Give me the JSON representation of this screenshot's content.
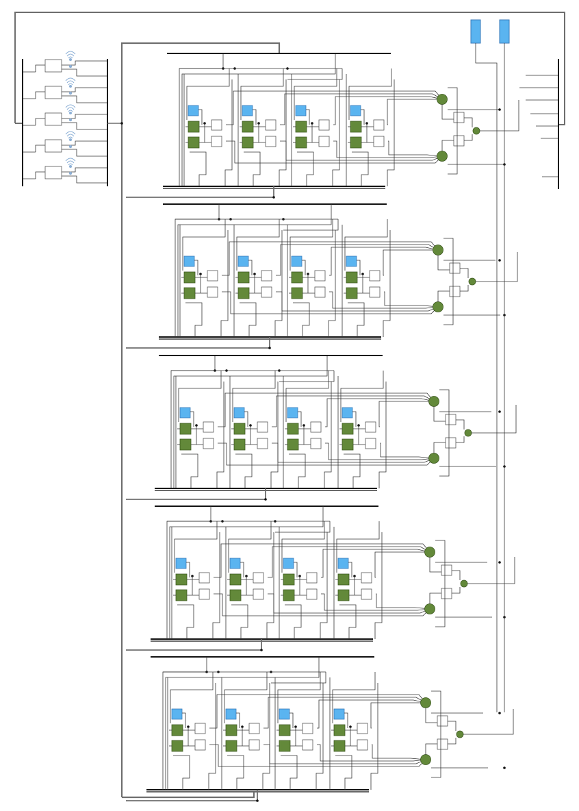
{
  "diagram": {
    "kind": "network-schematic",
    "palette": {
      "wire": "#333333",
      "bus": "#111111",
      "cable": "#6e6e6e",
      "blue_node": "#5ab4f0",
      "blue_node_border": "#3a7ab8",
      "green_node": "#63893a",
      "green_node_border": "#3e5a22",
      "box_fill": "#ffffff",
      "box_border": "#555555",
      "wireless": "#8db0d6"
    },
    "icons": [
      "wireless-signal-icon",
      "access-point-icon",
      "blue-device-icon",
      "green-switch-icon",
      "router-icon"
    ],
    "rack": {
      "access_points": 5
    },
    "top_devices": 2,
    "racks": [
      {
        "id": "rack-1",
        "columns": 4
      },
      {
        "id": "rack-2",
        "columns": 4
      },
      {
        "id": "rack-3",
        "columns": 4
      },
      {
        "id": "rack-4",
        "columns": 4
      },
      {
        "id": "rack-5",
        "columns": 4
      }
    ]
  }
}
